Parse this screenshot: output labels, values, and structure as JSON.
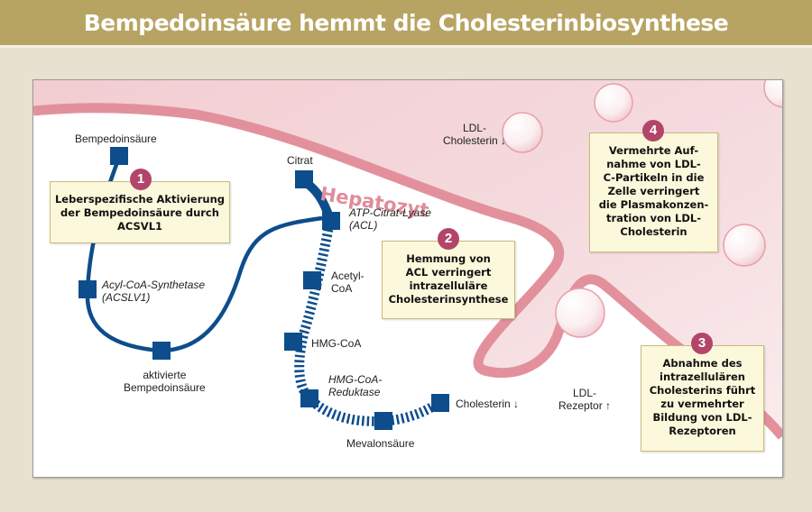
{
  "title": "Bempedoinsäure hemmt die Cholesterinbiosynthese",
  "cell_label": "Hepatozyt",
  "colors": {
    "header": "#b8a462",
    "background": "#e8e1d0",
    "pathway_blue": "#0d4d8c",
    "membrane_pink": "#e3909d",
    "badge": "#b2466a",
    "box_fill": "#fcf8dc"
  },
  "left_pathway": {
    "start": "Bempedoinsäure",
    "enzyme_line1": "Acyl-CoA-Synthetase",
    "enzyme_line2": "(ACSLV1)",
    "product_line1": "aktivierte",
    "product_line2": "Bempedoinsäure"
  },
  "main_pathway": {
    "citrat": "Citrat",
    "acl_line1": "ATP-Citrat-Lyase",
    "acl_line2": "(ACL)",
    "acetyl_line1": "Acetyl-",
    "acetyl_line2": "CoA",
    "hmgcoa": "HMG-CoA",
    "hmgr_line1": "HMG-CoA-",
    "hmgr_line2": "Reduktase",
    "mevalon": "Mevalonsäure",
    "cholesterin": "Cholesterin ↓"
  },
  "extracellular": {
    "ldl_chol_line1": "LDL-",
    "ldl_chol_line2": "Cholesterin ↓",
    "ldl_rez_line1": "LDL-",
    "ldl_rez_line2": "Rezeptor ↑"
  },
  "steps": [
    {
      "number": "1",
      "lines": [
        "Leberspezifische Aktivierung",
        "der Bempedoinsäure durch",
        "ACSVL1"
      ]
    },
    {
      "number": "2",
      "lines": [
        "Hemmung von",
        "ACL verringert",
        "intrazelluläre",
        "Cholesterinsynthese"
      ]
    },
    {
      "number": "3",
      "lines": [
        "Abnahme des",
        "intrazellulären",
        "Cholesterins führt",
        "zu vermehrter",
        "Bildung von LDL-",
        "Rezeptoren"
      ]
    },
    {
      "number": "4",
      "lines": [
        "Vermehrte Auf-",
        "nahme von LDL-",
        "C-Partikeln in die",
        "Zelle verringert",
        "die Plasmakonzen-",
        "tration von LDL-",
        "Cholesterin"
      ]
    }
  ]
}
